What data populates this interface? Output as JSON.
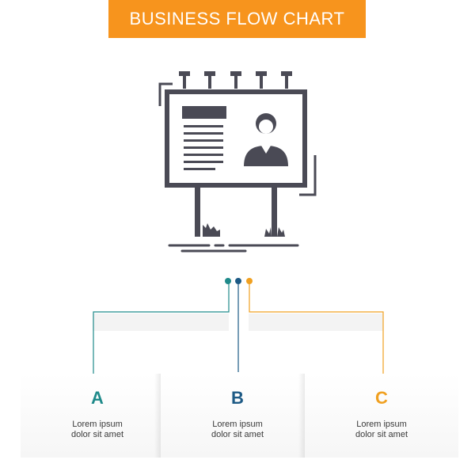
{
  "title": "BUSINESS FLOW CHART",
  "colors": {
    "banner": "#f7941d",
    "icon": "#4a4a55",
    "teal": "#1f8a8a",
    "blue": "#1d5a85",
    "orange": "#f0a020",
    "connector_gray": "#dddddd"
  },
  "icon": {
    "name": "billboard-icon"
  },
  "cards": [
    {
      "letter": "A",
      "line1": "Lorem ipsum",
      "line2": "dolor sit amet",
      "color": "#1f8a8a"
    },
    {
      "letter": "B",
      "line1": "Lorem ipsum",
      "line2": "dolor sit amet",
      "color": "#1d5a85"
    },
    {
      "letter": "C",
      "line1": "Lorem ipsum",
      "line2": "dolor sit amet",
      "color": "#f0a020"
    }
  ]
}
